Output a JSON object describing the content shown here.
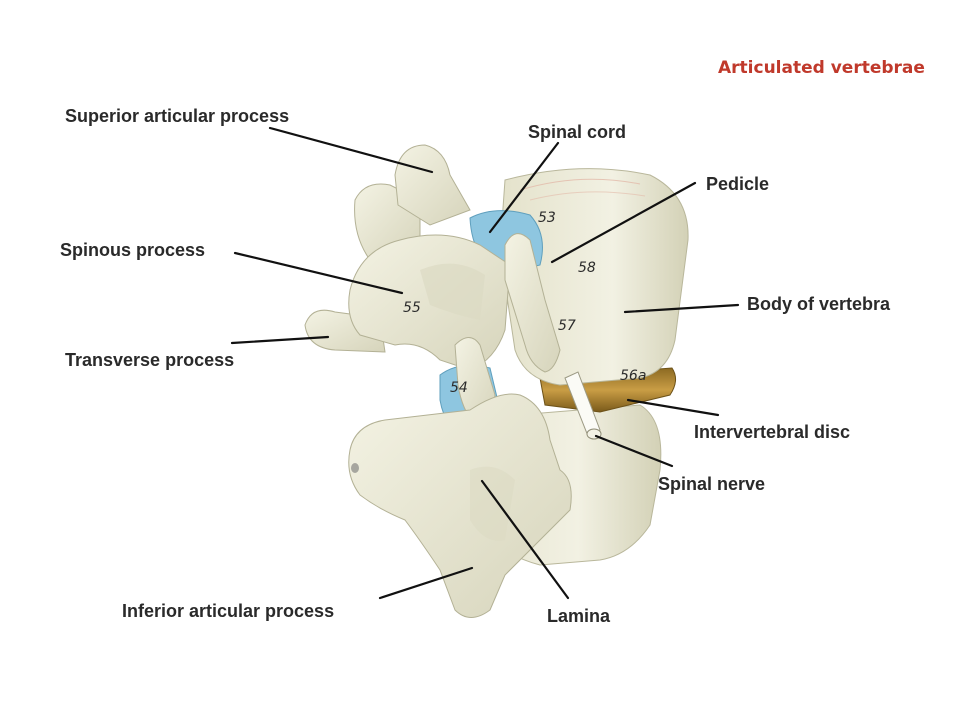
{
  "title": "Articulated vertebrae",
  "labels": {
    "superior_articular_process": "Superior articular process",
    "spinal_cord": "Spinal cord",
    "pedicle": "Pedicle",
    "spinous_process": "Spinous process",
    "body_of_vertebra": "Body of vertebra",
    "transverse_process": "Transverse process",
    "intervertebral_disc": "Intervertebral disc",
    "spinal_nerve": "Spinal nerve",
    "inferior_articular_process": "Inferior articular process",
    "lamina": "Lamina"
  },
  "model_numbers": {
    "n58": "58",
    "n55": "55",
    "n57": "57",
    "n56a": "56a",
    "n54": "54",
    "n53": "53"
  },
  "colors": {
    "bone": "#ecebd9",
    "bone_shadow": "#c9c7ad",
    "cord_blue": "#8ec6e0",
    "disc": "#b48a35",
    "title_red": "#c0392b"
  }
}
